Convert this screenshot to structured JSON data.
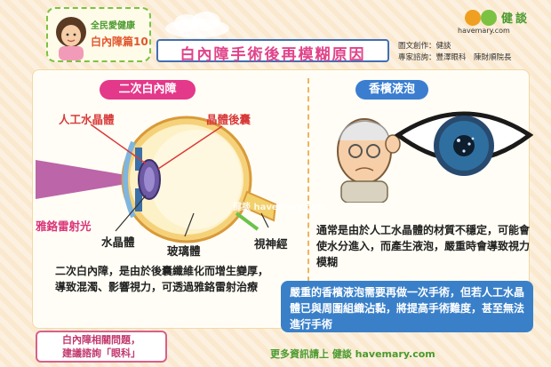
{
  "header": {
    "series_line1": "全民愛健康",
    "series_line2": "白內障篇10",
    "title": "白內障手術後再模糊原因",
    "credits": [
      "圖文創作：健談",
      "專家諮詢：豐澤眼科　陳財順院長"
    ],
    "brand_url": "havemary.com"
  },
  "left_panel": {
    "heading": "二次白內障",
    "labels": {
      "artificial_lens": "人工水晶體",
      "posterior_capsule": "晶體後囊",
      "yag_laser": "雅鉻雷射光",
      "lens": "水晶體",
      "vitreous": "玻璃體",
      "optic_nerve": "視神經"
    },
    "description": "二次白內障，是由於後囊纖維化而增生變厚，導致混濁、影響視力，可透過雅鉻雷射治療"
  },
  "right_panel": {
    "heading": "香檳液泡",
    "description": "通常是由於人工水晶體的材質不穩定，可能會使水分進入，而產生液泡，嚴重時會導致視力模糊",
    "note": "嚴重的香檳液泡需要再做一次手術，但若人工水晶體已與周圍組織沾黏，將提高手術難度，甚至無法進行手術"
  },
  "footer": {
    "related_line1": "白內障相關問題，",
    "related_line2": "建議諮詢「眼科」",
    "more_info": "更多資訊請上 健談 havemary.com"
  },
  "watermark": "健談 havemary.com",
  "colors": {
    "pink": "#e4388a",
    "blue": "#3b7ed0",
    "green": "#4a9a2e",
    "red": "#d83a3a"
  }
}
